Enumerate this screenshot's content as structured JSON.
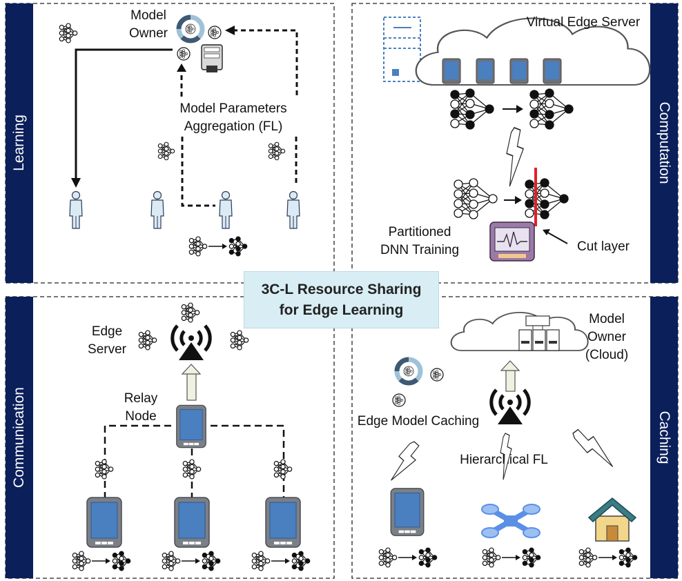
{
  "center_title": {
    "line1": "3C-L Resource Sharing",
    "line2": "for Edge Learning"
  },
  "quadrants": {
    "learning": {
      "side_label": "Learning",
      "model_owner": [
        "Model",
        "Owner"
      ],
      "aggregation": [
        "Model Parameters",
        "Aggregation (FL)"
      ]
    },
    "computation": {
      "side_label": "Computation",
      "virtual_edge_server": "Virtual Edge Server",
      "partitioned": [
        "Partitioned",
        "DNN Training"
      ],
      "cut_layer": "Cut layer"
    },
    "communication": {
      "side_label": "Communication",
      "edge_server": [
        "Edge",
        "Server"
      ],
      "relay_node": [
        "Relay",
        "Node"
      ]
    },
    "caching": {
      "side_label": "Caching",
      "model_owner_cloud": [
        "Model",
        "Owner",
        "(Cloud)"
      ],
      "edge_model_caching": "Edge Model Caching",
      "hierarchical_fl": "Hierarchical FL"
    }
  },
  "colors": {
    "side_band": "#0b1f5a",
    "device_screen": "#4a7fc0",
    "cut_line": "#e0202a",
    "center_box": "#d8eef4",
    "drone": "#5a8fe6",
    "house_roof": "#3a7c86",
    "house_wall": "#f2d68a"
  },
  "icons": [
    "neural-net-icon",
    "person-icon",
    "tablet-icon",
    "server-icon",
    "cloud-icon",
    "antenna-icon",
    "lightning-icon",
    "drone-icon",
    "house-icon",
    "monitor-icon",
    "cache-ring-icon"
  ]
}
